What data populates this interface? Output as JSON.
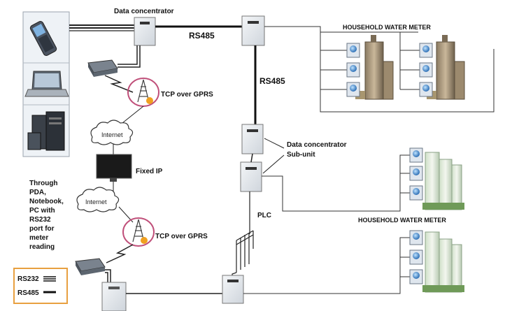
{
  "labels": {
    "data_concentrator": "Data concentrator",
    "rs485_top": "RS485",
    "rs485_mid": "RS485",
    "household_meter_top": "HOUSEHOLD WATER  METER",
    "household_meter_bottom": "HOUSEHOLD WATER  METER",
    "tcp_gprs_top": "TCP over GPRS",
    "tcp_gprs_bottom": "TCP over GPRS",
    "internet_top": "Internet",
    "internet_bottom": "Internet",
    "fixed_ip": "Fixed IP",
    "sub_unit_line1": "Data concentrator",
    "sub_unit_line2": "Sub-unit",
    "plc": "PLC",
    "through_text": [
      "Through",
      "PDA,",
      "Notebook,",
      "PC with",
      "RS232",
      "port for",
      "meter",
      "reading"
    ]
  },
  "legend": {
    "rs232": "RS232",
    "rs485": "RS485",
    "border_color": "#e8a040"
  },
  "colors": {
    "panel_bg": "#eef2f6",
    "device_box": "#e6eaef",
    "gprs_ring": "#c0507a",
    "wire": "#222222"
  },
  "icons": [
    "pda-icon",
    "laptop-icon",
    "pc-tower-icon",
    "modem-icon",
    "tower-icon",
    "cloud-icon",
    "monitor-icon",
    "concentrator-box-icon",
    "water-meter-icon",
    "building-icon"
  ]
}
